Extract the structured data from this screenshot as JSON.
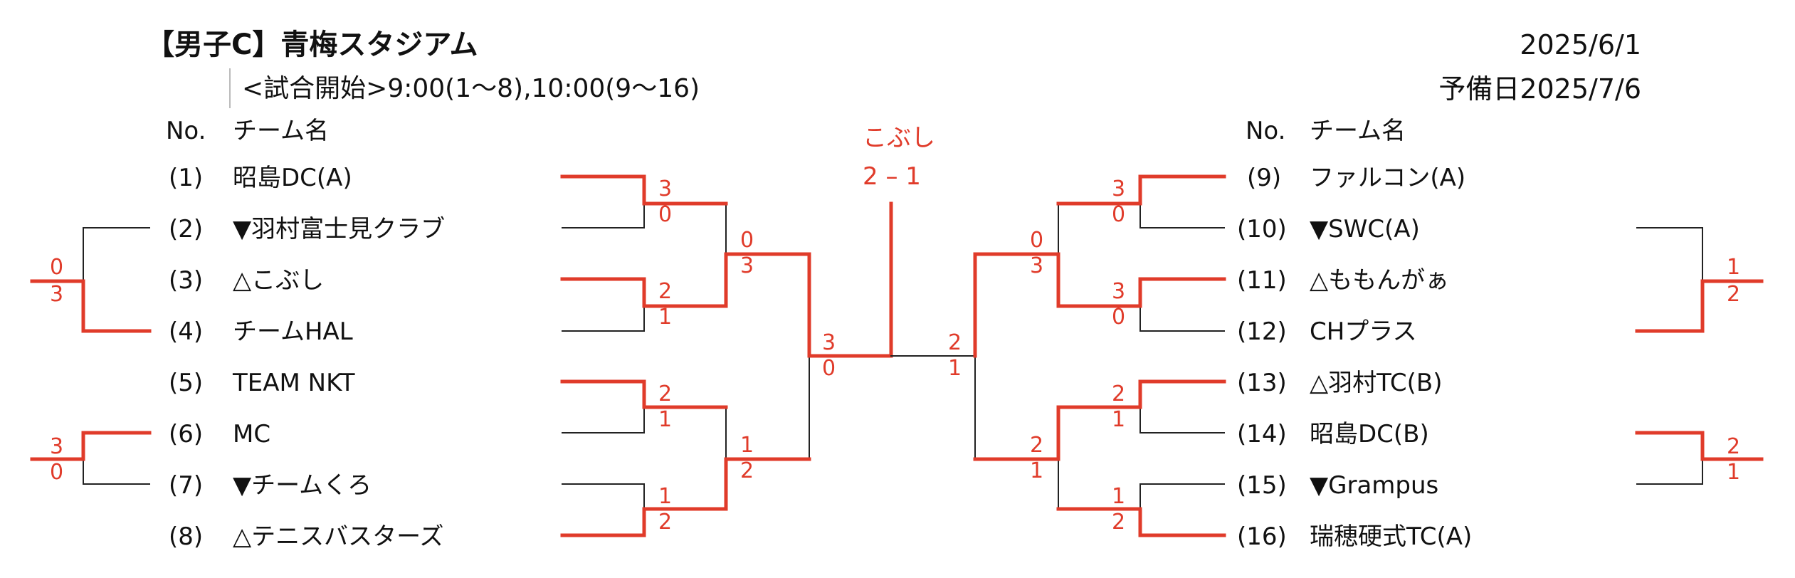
{
  "header": {
    "title": "【男子C】青梅スタジアム",
    "subtitle": "<試合開始>9:00(1〜8),10:00(9〜16)",
    "date": "2025/6/1",
    "reserve_date": "予備日2025/7/6"
  },
  "columns": {
    "no": "No.",
    "team": "チーム名"
  },
  "left_teams": [
    {
      "no": "(1)",
      "name": "昭島DC(A)"
    },
    {
      "no": "(2)",
      "name": "▼羽村富士見クラブ"
    },
    {
      "no": "(3)",
      "name": "△こぶし"
    },
    {
      "no": "(4)",
      "name": "チームHAL"
    },
    {
      "no": "(5)",
      "name": "TEAM NKT"
    },
    {
      "no": "(6)",
      "name": "MC"
    },
    {
      "no": "(7)",
      "name": "▼チームくろ"
    },
    {
      "no": "(8)",
      "name": "△テニスバスターズ"
    }
  ],
  "right_teams": [
    {
      "no": "(9)",
      "name": "ファルコン(A)"
    },
    {
      "no": "(10)",
      "name": "▼SWC(A)"
    },
    {
      "no": "(11)",
      "name": "△ももんがぁ"
    },
    {
      "no": "(12)",
      "name": "CHプラス"
    },
    {
      "no": "(13)",
      "name": "△羽村TC(B)"
    },
    {
      "no": "(14)",
      "name": "昭島DC(B)"
    },
    {
      "no": "(15)",
      "name": "▼Grampus"
    },
    {
      "no": "(16)",
      "name": "瑞穂硬式TC(A)"
    }
  ],
  "final": {
    "winner": "こぶし",
    "score": "2 – 1"
  },
  "scores": {
    "left_r1": [
      [
        "3",
        "0"
      ],
      [
        "2",
        "1"
      ],
      [
        "2",
        "1"
      ],
      [
        "1",
        "2"
      ]
    ],
    "left_r2": [
      [
        "0",
        "3"
      ],
      [
        "1",
        "2"
      ]
    ],
    "left_semi": [
      "3",
      "0"
    ],
    "right_r1": [
      [
        "3",
        "0"
      ],
      [
        "3",
        "0"
      ],
      [
        "2",
        "1"
      ],
      [
        "1",
        "2"
      ]
    ],
    "right_r2": [
      [
        "0",
        "3"
      ],
      [
        "2",
        "1"
      ]
    ],
    "right_semi": [
      "2",
      "1"
    ],
    "left_playoff": [
      [
        "0",
        "3"
      ],
      [
        "3",
        "0"
      ]
    ],
    "right_playoff": [
      [
        "1",
        "2"
      ],
      [
        "2",
        "1"
      ]
    ]
  },
  "colors": {
    "win": "#e03b2a",
    "line": "#222222"
  }
}
